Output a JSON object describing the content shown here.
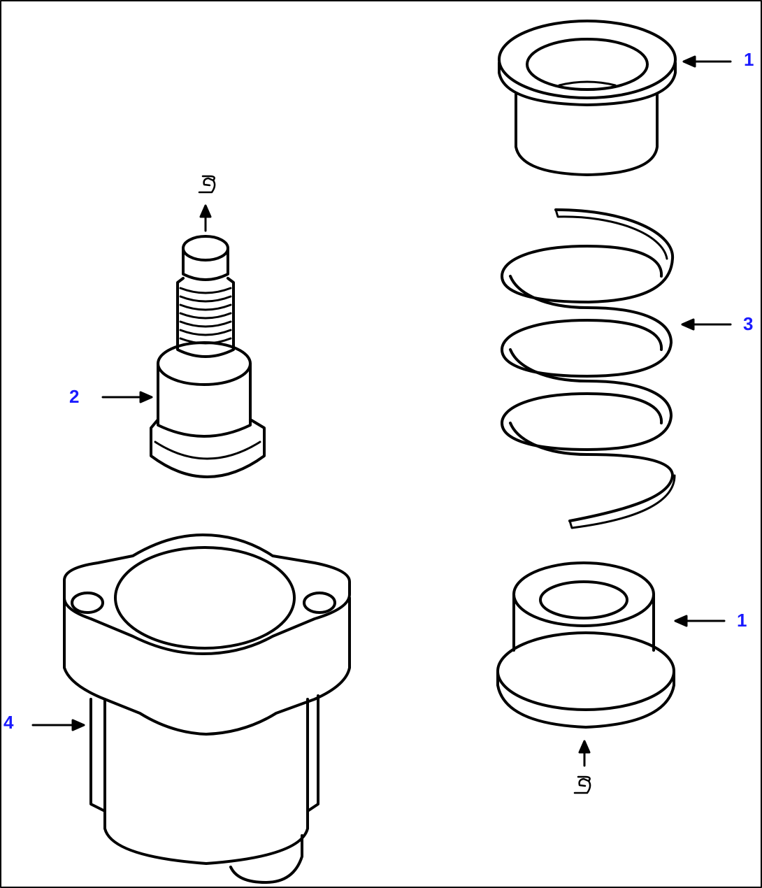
{
  "figure": {
    "callouts": [
      {
        "id": "callout-1-top",
        "text": "1"
      },
      {
        "id": "callout-3",
        "text": "3"
      },
      {
        "id": "callout-2",
        "text": "2"
      },
      {
        "id": "callout-1-bottom",
        "text": "1"
      },
      {
        "id": "callout-4",
        "text": "4"
      }
    ],
    "lube_symbols": [
      "lube-symbol-top",
      "lube-symbol-bottom"
    ],
    "colors": {
      "line": "#000000",
      "callout_text": "#1a1aff",
      "background": "#ffffff"
    }
  }
}
